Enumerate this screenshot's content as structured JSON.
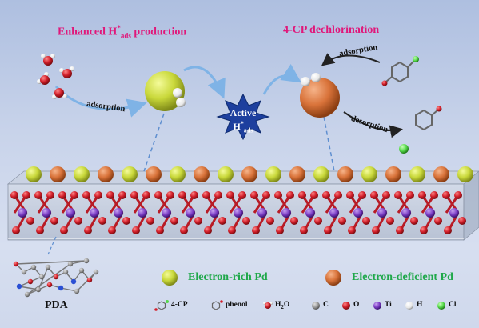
{
  "titles": {
    "left": "Enhanced H",
    "left_sup": "*",
    "left_sub": "ads",
    "left_tail": " production",
    "right": "4-CP dechlorination"
  },
  "arrows": {
    "adsorption_left": "adsorption",
    "adsorption_right": "adsorption",
    "desorption": "desorption"
  },
  "star": {
    "line1": "Active",
    "line2": "H",
    "line2_sup": "*",
    "line2_sub": "ads"
  },
  "pd_types": {
    "rich": "Electron-rich Pd",
    "deficient": "Electron-deficient Pd"
  },
  "pda_label": "PDA",
  "legend": {
    "cp": "4-CP",
    "phenol": "phenol",
    "water": "H",
    "water_sub": "2",
    "water_tail": "O",
    "c": "C",
    "o": "O",
    "ti": "Ti",
    "h": "H",
    "cl": "Cl"
  },
  "colors": {
    "rich_pd": "#c9d83a",
    "deficient_pd": "#d9733a",
    "oxygen": "#d21f2a",
    "titanium": "#7a3cc4",
    "chlorine": "#55d94a",
    "carbon": "#9a9a9a",
    "title": "#e0177a",
    "pd_label": "#1fa84a",
    "star": "#1d3f9e"
  }
}
